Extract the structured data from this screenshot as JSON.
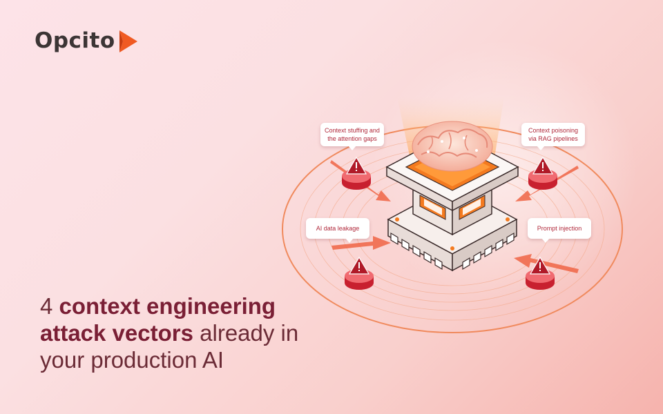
{
  "brand": {
    "name": "Opcito",
    "accent": "#f05a22"
  },
  "headline": {
    "count": "4",
    "bold_1": "context engineering",
    "bold_2": "attack vectors",
    "rest_1": "already in",
    "rest_2": "your production AI"
  },
  "callouts": {
    "top_left": "Context stuffing and the attention gaps",
    "top_right": "Context poisoning via RAG pipelines",
    "bottom_left": "AI data leakage",
    "bottom_right": "Prompt injection"
  },
  "colors": {
    "headline": "#7a1f35",
    "alert": "#c8202f",
    "ring": "#f08a5d",
    "chip_orange": "#f47a1f"
  },
  "icons": [
    "warning-icon",
    "brain-icon",
    "chip-icon",
    "arrow-icon"
  ]
}
